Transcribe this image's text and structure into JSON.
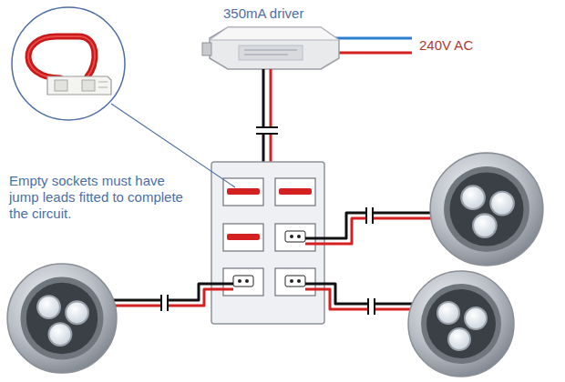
{
  "diagram": {
    "labels": [
      "350mA driver",
      "240V AC",
      "Empty sockets must have jump leads fitted to complete the circuit."
    ]
  }
}
